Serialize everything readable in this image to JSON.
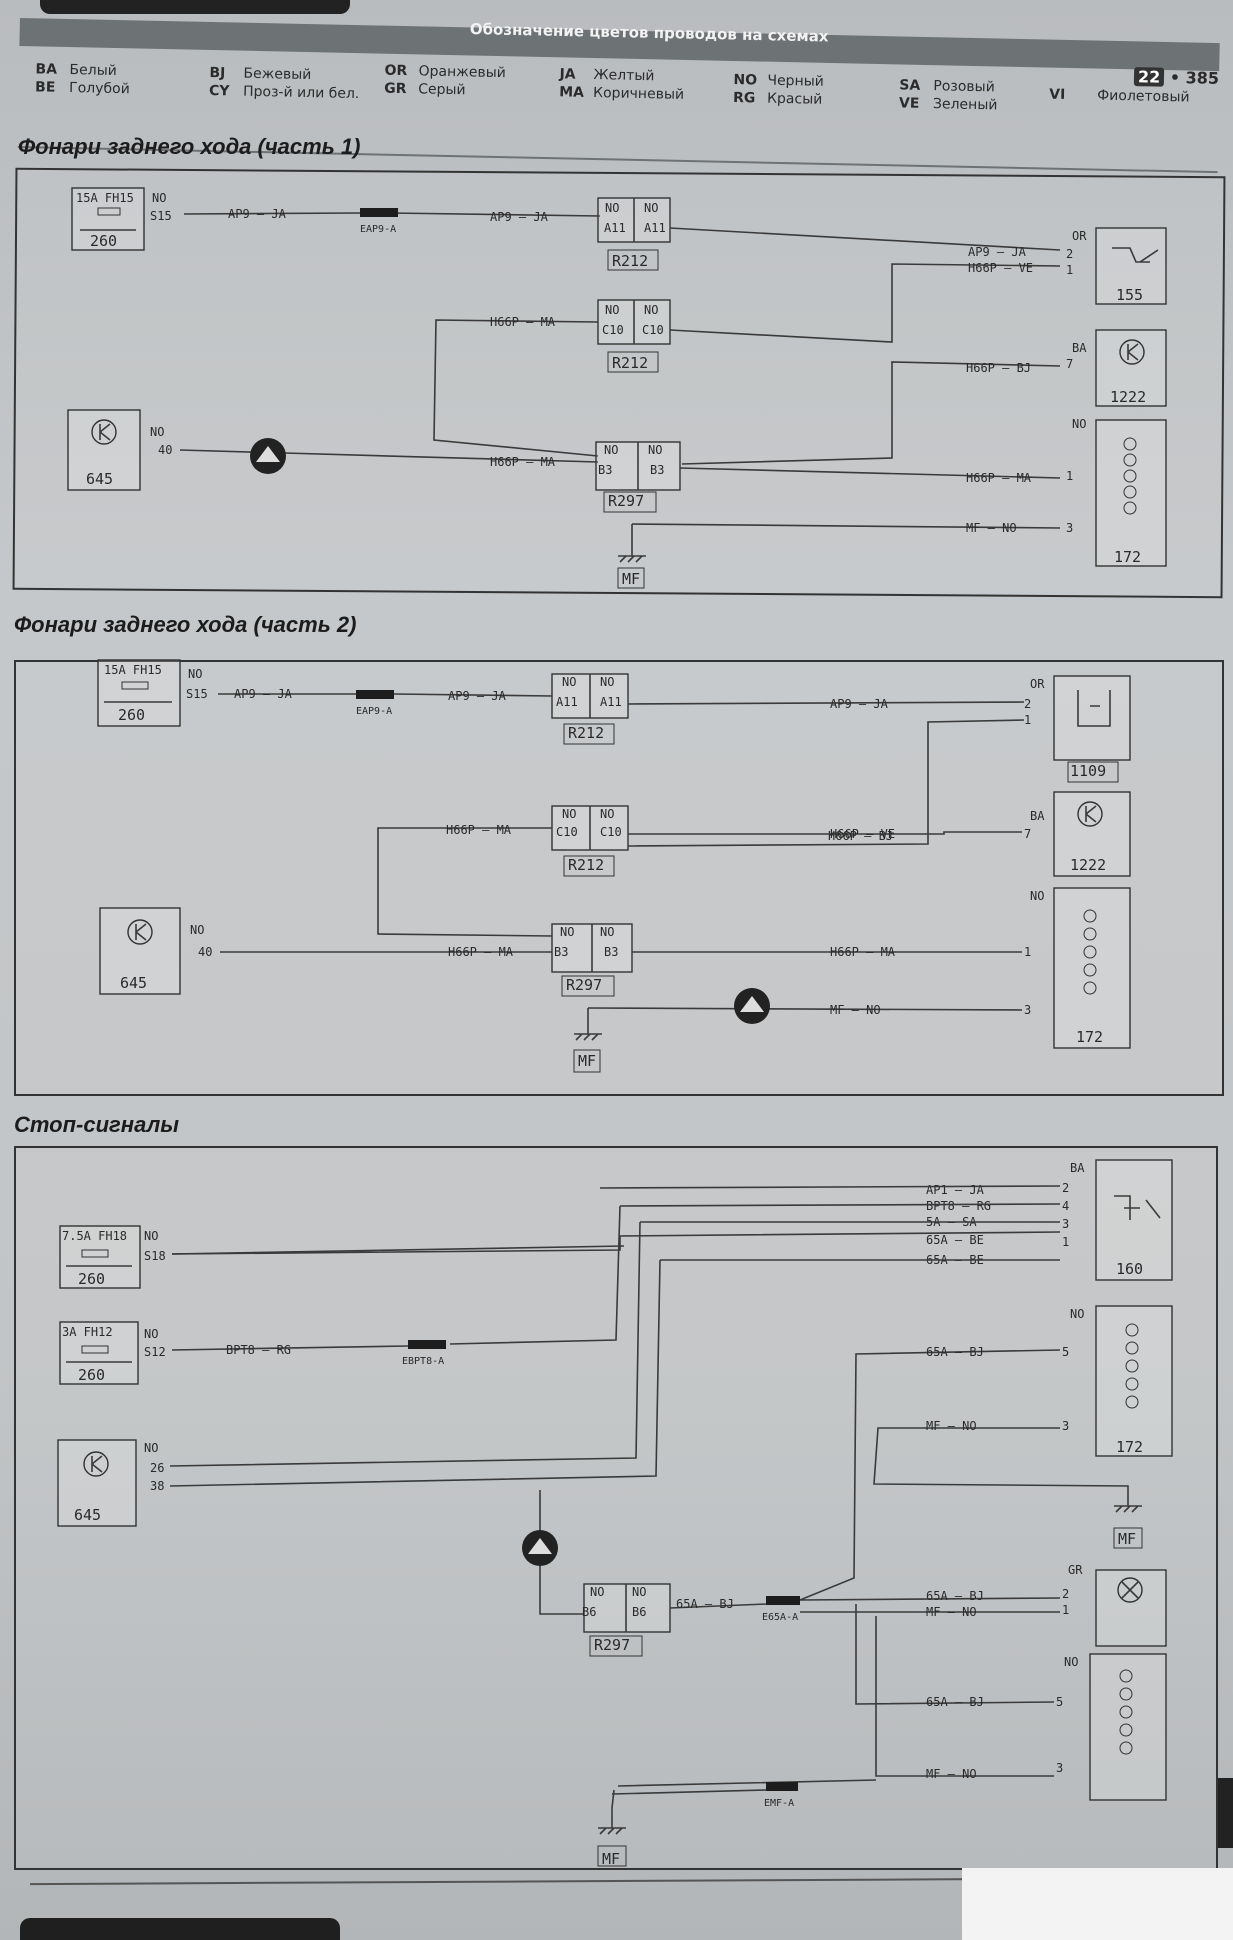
{
  "legend": {
    "title": "Обозначение цветов проводов на схемах",
    "items": [
      {
        "code": "BA",
        "name": "Белый"
      },
      {
        "code": "BE",
        "name": "Голубой"
      },
      {
        "code": "BJ",
        "name": "Бежевый"
      },
      {
        "code": "CY",
        "name": "Проз-й или бел."
      },
      {
        "code": "OR",
        "name": "Оранжевый"
      },
      {
        "code": "GR",
        "name": "Серый"
      },
      {
        "code": "JA",
        "name": "Желтый"
      },
      {
        "code": "MA",
        "name": "Коричневый"
      },
      {
        "code": "NO",
        "name": "Черный"
      },
      {
        "code": "RG",
        "name": "Красый"
      },
      {
        "code": "SA",
        "name": "Розовый"
      },
      {
        "code": "VE",
        "name": "Зеленый"
      },
      {
        "code": "VI",
        "name": "Фиолетовый"
      }
    ]
  },
  "page": {
    "chapter": "22",
    "number": "• 385"
  },
  "sections": [
    {
      "title": "Фонари заднего хода (часть 1)"
    },
    {
      "title": "Фонари заднего хода (часть 2)"
    },
    {
      "title": "Стоп-сигналы"
    }
  ],
  "labels": {
    "fuse15": "15A FH15",
    "fuse75": "7.5A FH18",
    "fuse3": "3A  FH12",
    "b260": "260",
    "b645": "645",
    "b155": "155",
    "b1222": "1222",
    "b172": "172",
    "b1109": "1109",
    "b160": "160",
    "r212": "R212",
    "r297": "R297",
    "mf": "MF",
    "no": "NO",
    "ba": "BA",
    "or": "OR",
    "gr": "GR",
    "s15": "S15",
    "s18": "S18",
    "s12": "S12",
    "p40": "40",
    "p26": "26",
    "p38": "38",
    "a11": "A11",
    "c10": "C10",
    "b3": "B3",
    "b6": "B6",
    "ap9ja": "AP9 — JA",
    "eap9a": "EAP9-A",
    "h66pma": "H66P — MA",
    "h66pve": "H66P — VE",
    "h66pbj": "H66P — BJ",
    "mfno": "MF — NO",
    "ap1ja": "AP1 — JA",
    "bpt8rg": "BPT8 — RG",
    "bpt8rg2": "BPT8 — RG",
    "sasa": "5A — SA",
    "65abe": "65A — BE",
    "65abj": "65A — BJ",
    "65abj2": "65A — BJ",
    "65abj3": "65A — BJ",
    "65abj4": "65A — BJ",
    "mfno2": "MF — NO",
    "mfno3": "MF — NO",
    "mfno4": "MF — NO",
    "ebpt8a": "EBPT8-A",
    "e65aa": "E65A-A",
    "emfa": "EMF-A",
    "n1": "1",
    "n2": "2",
    "n3": "3",
    "n4": "4",
    "n5": "5",
    "n7": "7"
  }
}
